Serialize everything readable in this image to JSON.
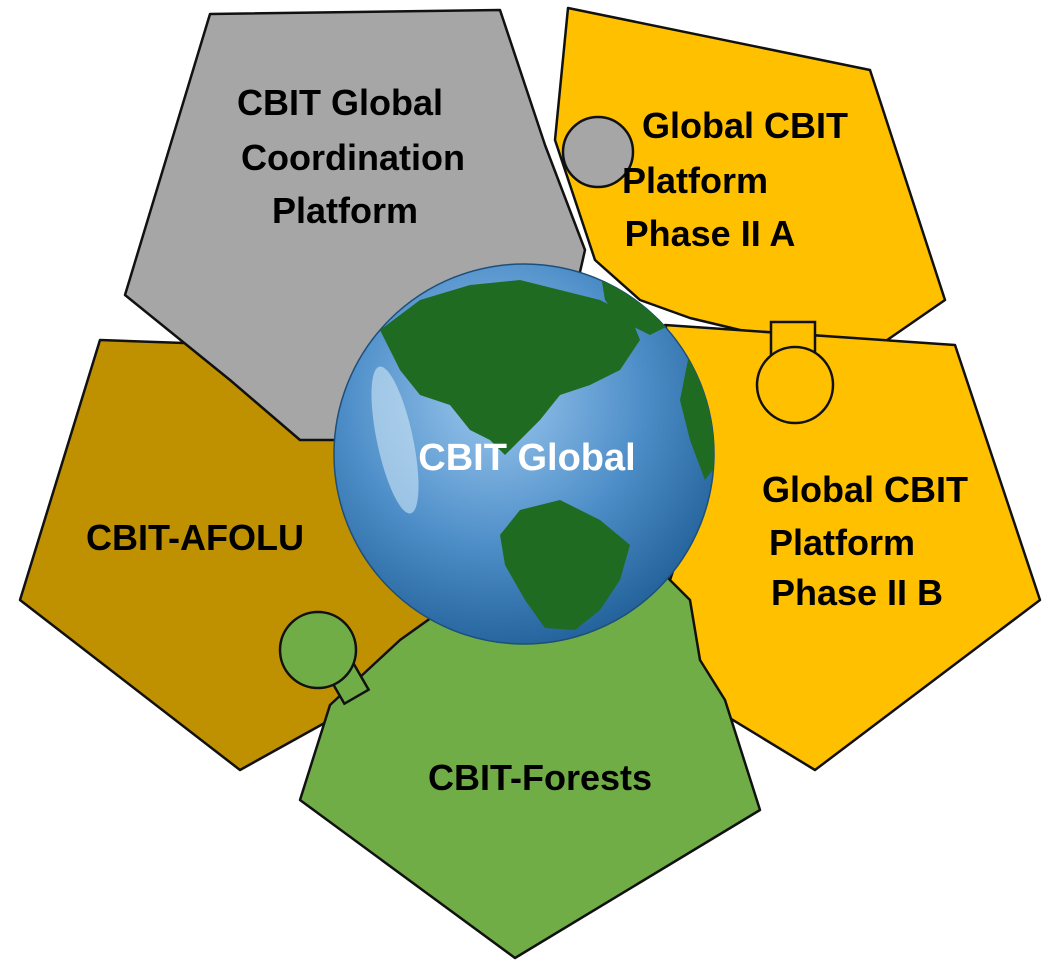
{
  "diagram": {
    "center": {
      "label": "CBIT Global"
    },
    "pieces": [
      {
        "id": "coordination",
        "lines": [
          "CBIT Global",
          "Coordination",
          "Platform"
        ],
        "color": "#A6A6A6"
      },
      {
        "id": "phase-2a",
        "lines": [
          "Global CBIT",
          "Platform",
          "Phase II A"
        ],
        "color": "#FFC000"
      },
      {
        "id": "phase-2b",
        "lines": [
          "Global CBIT",
          "Platform",
          "Phase II B"
        ],
        "color": "#FFC000"
      },
      {
        "id": "forests",
        "lines": [
          "CBIT-Forests"
        ],
        "color": "#70AD47"
      },
      {
        "id": "afolu",
        "lines": [
          "CBIT-AFOLU"
        ],
        "color": "#BF9000"
      }
    ],
    "globe_colors": {
      "ocean": "#4F8FC9",
      "land": "#1F6B22"
    }
  }
}
